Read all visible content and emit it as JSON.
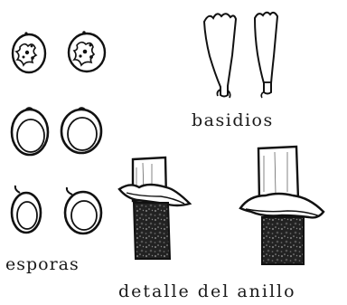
{
  "labels": {
    "spores": "esporas",
    "basidia": "basidios",
    "ring_detail": "detalle del anillo"
  }
}
